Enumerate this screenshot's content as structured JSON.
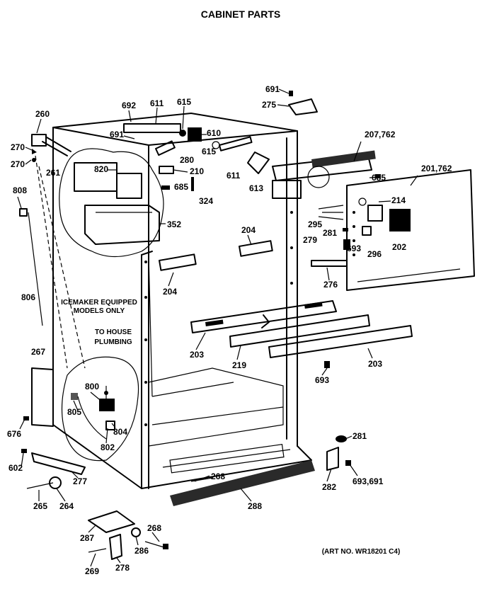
{
  "title": "CABINET PARTS",
  "art_no": "(ART NO. WR18201 C4)",
  "notes": {
    "icemaker_line1": "ICEMAKER EQUIPPED",
    "icemaker_line2": "MODELS ONLY",
    "house_line1": "TO HOUSE",
    "house_line2": "PLUMBING"
  },
  "labels": [
    {
      "id": "p691a",
      "text": "691"
    },
    {
      "id": "p275",
      "text": "275"
    },
    {
      "id": "p692",
      "text": "692"
    },
    {
      "id": "p611a",
      "text": "611"
    },
    {
      "id": "p615a",
      "text": "615"
    },
    {
      "id": "p260",
      "text": "260"
    },
    {
      "id": "p691b",
      "text": "691"
    },
    {
      "id": "p610",
      "text": "610"
    },
    {
      "id": "p207",
      "text": "207,762"
    },
    {
      "id": "p270a",
      "text": "270"
    },
    {
      "id": "p270b",
      "text": "270"
    },
    {
      "id": "p261",
      "text": "261"
    },
    {
      "id": "p820",
      "text": "820"
    },
    {
      "id": "p280",
      "text": "280"
    },
    {
      "id": "p615b",
      "text": "615"
    },
    {
      "id": "p210",
      "text": "210"
    },
    {
      "id": "p611b",
      "text": "611"
    },
    {
      "id": "p685a",
      "text": "685"
    },
    {
      "id": "p201",
      "text": "201,762"
    },
    {
      "id": "p685b",
      "text": "685"
    },
    {
      "id": "p613",
      "text": "613"
    },
    {
      "id": "p808",
      "text": "808"
    },
    {
      "id": "p324",
      "text": "324"
    },
    {
      "id": "p214",
      "text": "214"
    },
    {
      "id": "p295",
      "text": "295"
    },
    {
      "id": "p352",
      "text": "352"
    },
    {
      "id": "p204a",
      "text": "204"
    },
    {
      "id": "p281a",
      "text": "281"
    },
    {
      "id": "p279",
      "text": "279"
    },
    {
      "id": "p693a",
      "text": "693"
    },
    {
      "id": "p296",
      "text": "296"
    },
    {
      "id": "p202",
      "text": "202"
    },
    {
      "id": "p806",
      "text": "806"
    },
    {
      "id": "p204b",
      "text": "204"
    },
    {
      "id": "p276",
      "text": "276"
    },
    {
      "id": "p267",
      "text": "267"
    },
    {
      "id": "p203a",
      "text": "203"
    },
    {
      "id": "p219",
      "text": "219"
    },
    {
      "id": "p203b",
      "text": "203"
    },
    {
      "id": "p693b",
      "text": "693"
    },
    {
      "id": "p800",
      "text": "800"
    },
    {
      "id": "p805",
      "text": "805"
    },
    {
      "id": "p804",
      "text": "804"
    },
    {
      "id": "p676",
      "text": "676"
    },
    {
      "id": "p802",
      "text": "802"
    },
    {
      "id": "p281b",
      "text": "281"
    },
    {
      "id": "p602",
      "text": "602"
    },
    {
      "id": "p268a",
      "text": "268"
    },
    {
      "id": "p277",
      "text": "277"
    },
    {
      "id": "p282",
      "text": "282"
    },
    {
      "id": "p693c",
      "text": "693,691"
    },
    {
      "id": "p265",
      "text": "265"
    },
    {
      "id": "p264",
      "text": "264"
    },
    {
      "id": "p288",
      "text": "288"
    },
    {
      "id": "p287",
      "text": "287"
    },
    {
      "id": "p268b",
      "text": "268"
    },
    {
      "id": "p286",
      "text": "286"
    },
    {
      "id": "p269",
      "text": "269"
    },
    {
      "id": "p278",
      "text": "278"
    }
  ]
}
